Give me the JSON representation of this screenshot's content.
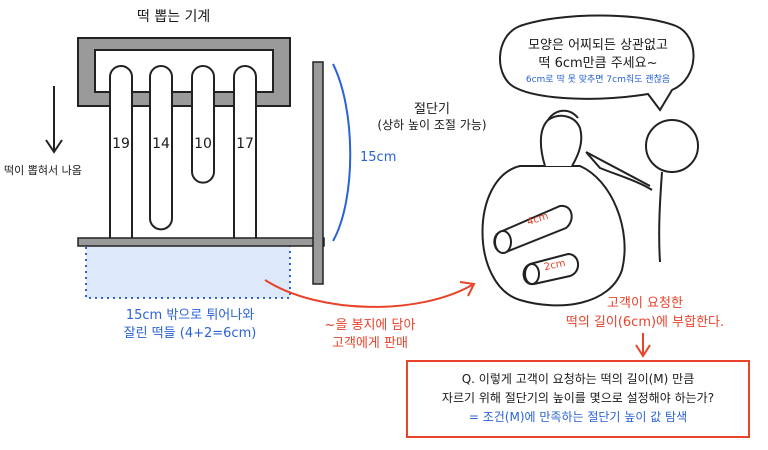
{
  "machine_title": "떡 뽑는 기계",
  "side_label": "떡이 뽑혀서 나옴",
  "cutter_label": {
    "line1": "절단기",
    "line2": "(상하 높이 조절 가능)"
  },
  "height_label": "15cm",
  "rice_cakes": [
    {
      "length": "19",
      "length_value": 19
    },
    {
      "length": "14",
      "length_value": 14
    },
    {
      "length": "10",
      "length_value": 10
    },
    {
      "length": "17",
      "length_value": 17
    }
  ],
  "cutter_height_value": 15,
  "cut_label": {
    "line1": "15cm 밖으로 튀어나와",
    "line2": "잘린 떡들 (4+2=6cm)"
  },
  "bag_label": {
    "line1": "~을 봉지에 담아",
    "line2": "고객에게 판매"
  },
  "bag_pieces": [
    "4cm",
    "2cm"
  ],
  "speech": {
    "line1": "모양은 어찌되든 상관없고",
    "line2": "떡 6cm만큼 주세요~",
    "note": "6cm로 딱 못 맞추면 7cm줘도 괜찮음"
  },
  "match_label": {
    "line1": "고객이 요청한",
    "line2": "떡의 길이(6cm)에 부합한다."
  },
  "question": {
    "line1": "Q. 이렇게 고객이 요청하는 떡의 길이(M) 만큼",
    "line2": "자르기 위해 절단기의 높이를 몇으로 설정해야 하는가?",
    "line3": "= 조건(M)에 만족하는 절단기 높이 값 탐색"
  },
  "colors": {
    "accent_blue": "#2a63d6",
    "accent_red": "#e8432b",
    "machine_gray": "#9a9a9a",
    "cut_fill": "#dde8fb"
  }
}
